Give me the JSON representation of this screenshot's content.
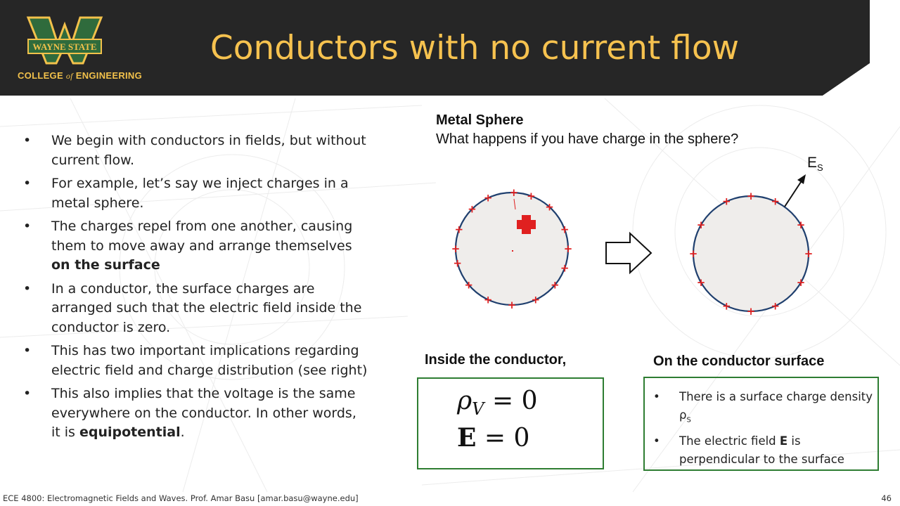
{
  "header": {
    "title": "Conductors with no current flow",
    "logo_text": "WAYNE STATE",
    "college_prefix": "COLLEGE",
    "college_of": "of",
    "college_suffix": "ENGINEERING"
  },
  "bullets": [
    {
      "marker": "•",
      "text": "We begin with conductors in fields, but without current flow."
    },
    {
      "marker": "•",
      "text": "For example, let’s say we inject charges in a metal sphere."
    },
    {
      "marker": "•",
      "text_before": "The charges repel from one another, causing them to move away and arrange themselves ",
      "bold": "on the surface",
      "text_after": ""
    },
    {
      "marker": "•",
      "text": "In a conductor, the surface charges are arranged such that the electric field inside the conductor is zero."
    },
    {
      "marker": "•",
      "text": "This has two important implications regarding electric field and charge distribution (see right)"
    },
    {
      "marker": "•",
      "text_before": "This also implies that the voltage is the same everywhere on the conductor. In other words, it is ",
      "bold": "equipotential",
      "text_after": "."
    }
  ],
  "diagram": {
    "title": "Metal Sphere",
    "question": "What happens if you have charge in the sphere?",
    "es_main": "E",
    "es_sub": "S",
    "plus_sign": "+",
    "colors": {
      "sphere_fill": "#efedeb",
      "sphere_stroke": "#1f3f6e",
      "charge": "#e02020"
    }
  },
  "inside": {
    "heading": "Inside the conductor,",
    "eq1_main": "ρ",
    "eq1_sub": "V",
    "eq1_rest": " = 0",
    "eq2_bold": "E",
    "eq2_rest": " = 0"
  },
  "surface": {
    "heading": "On the conductor surface",
    "items": [
      {
        "marker": "•",
        "text_before": "There is a surface charge density ρ",
        "sub": "S",
        "bold": "",
        "text_after": ""
      },
      {
        "marker": "•",
        "text_before": "The electric field ",
        "sub": "",
        "bold": "E",
        "text_after": " is perpendicular to the surface"
      }
    ]
  },
  "footer": {
    "text": "ECE 4800: Electromagnetic Fields and Waves.  Prof. Amar Basu [amar.basu@wayne.edu]",
    "page": "46"
  },
  "colors": {
    "header_bg": "#262626",
    "title": "#f6c24f",
    "box_border": "#2e7d32"
  }
}
